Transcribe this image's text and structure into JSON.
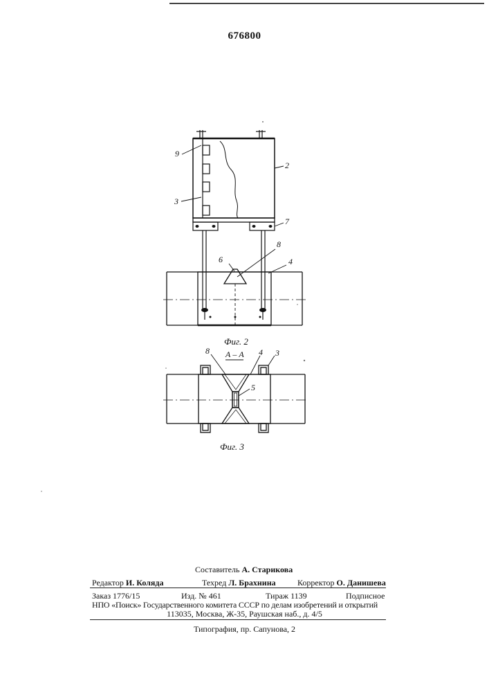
{
  "header": {
    "patent_number": "676800"
  },
  "figure2": {
    "caption": "Фиг. 2",
    "labels": {
      "l9": "9",
      "l2": "2",
      "l3": "3",
      "l7": "7",
      "l8": "8",
      "l6": "6",
      "l4": "4"
    }
  },
  "figure3": {
    "caption": "Фиг. 3",
    "section": "А – А",
    "labels": {
      "l8": "8",
      "l4": "4",
      "l3": "3",
      "l5": "5"
    }
  },
  "imprint": {
    "compiler_label": "Составитель",
    "compiler_name": "А. Старикова",
    "editor_label": "Редактор",
    "editor_name": "И. Коляда",
    "techred_label": "Техред",
    "techred_name": "Л. Брахнина",
    "corrector_label": "Корректор",
    "corrector_name": "О. Данишева",
    "order": "Заказ 1776/15",
    "edition": "Изд. № 461",
    "circulation": "Тираж 1139",
    "subscription": "Подписное",
    "org_line": "НПО «Поиск» Государственного комитета СССР по делам изобретений и открытий",
    "address": "113035, Москва, Ж-35, Раушская наб., д. 4/5",
    "printer": "Типография, пр. Сапунова, 2"
  }
}
